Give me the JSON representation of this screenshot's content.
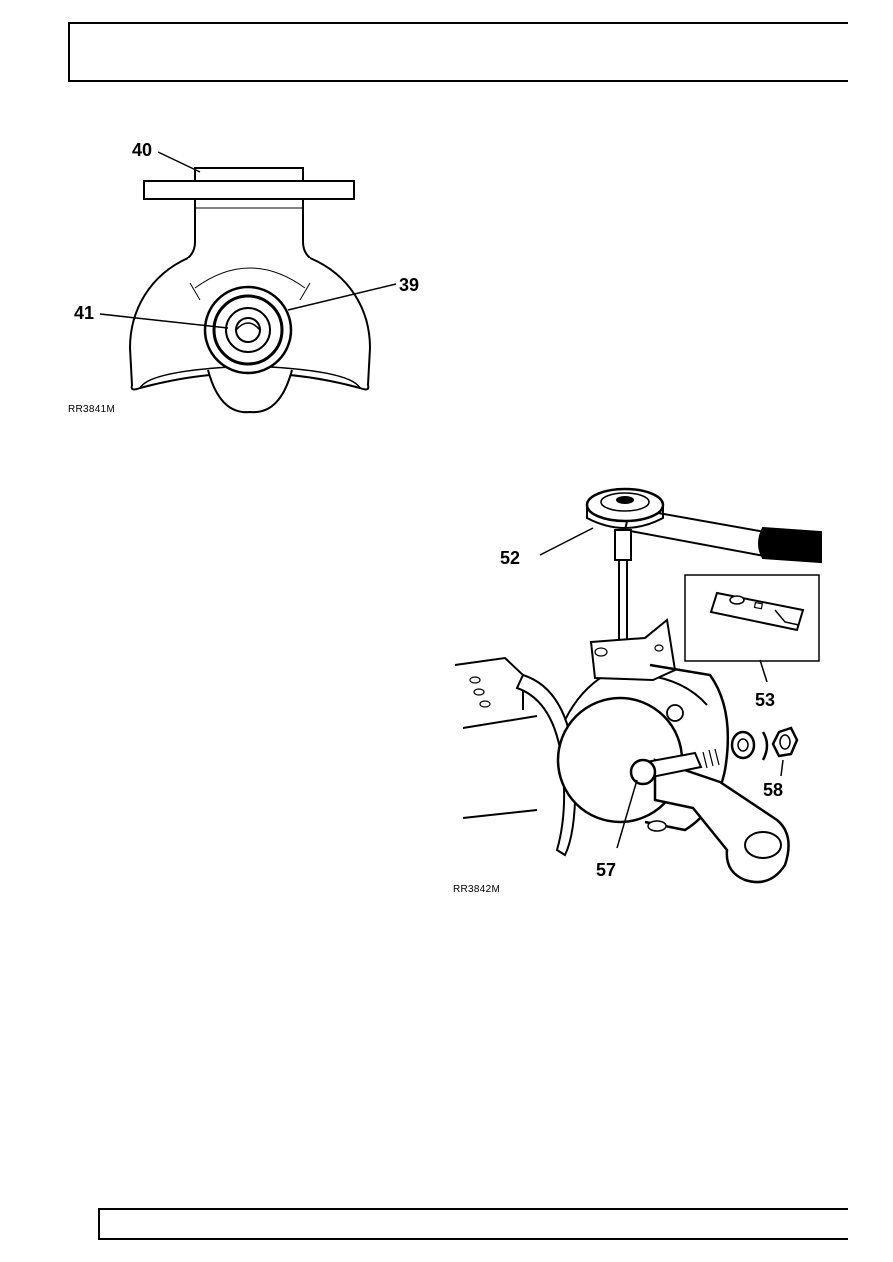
{
  "figure1": {
    "reference": "RR3841M",
    "callouts": {
      "c40": "40",
      "c39": "39",
      "c41": "41"
    }
  },
  "figure2": {
    "reference": "RR3842M",
    "callouts": {
      "c52": "52",
      "c53": "53",
      "c58": "58",
      "c57": "57"
    }
  }
}
